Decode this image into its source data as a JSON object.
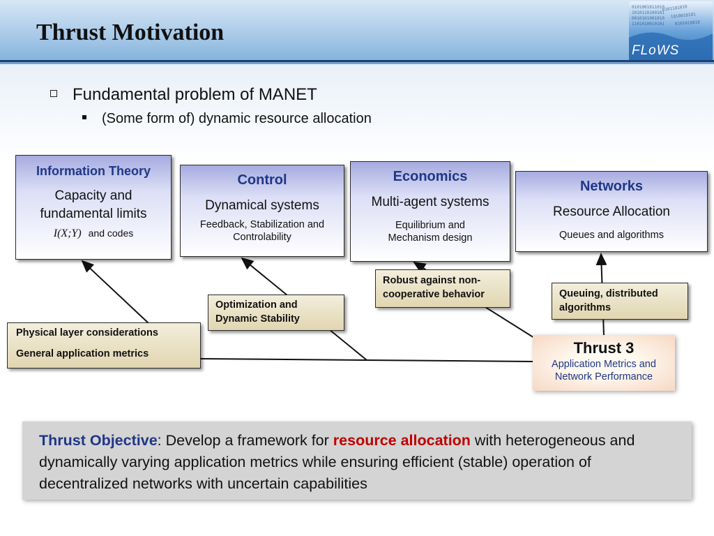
{
  "slide": {
    "title": "Thrust Motivation",
    "logo_text": "FLoWS"
  },
  "bullets": {
    "level1": "Fundamental problem of MANET",
    "level2": "(Some form of) dynamic resource allocation"
  },
  "boxes": {
    "info_theory": {
      "heading": "Information Theory",
      "line1": "Capacity and",
      "line2": "fundamental limits",
      "formula": "I(X;Y)",
      "suffix": "and codes"
    },
    "control": {
      "heading": "Control",
      "line1": "Dynamical systems",
      "line2": "Feedback, Stabilization and",
      "line3": "Controlability"
    },
    "economics": {
      "heading": "Economics",
      "line1": "Multi-agent systems",
      "line2": "Equilibrium and",
      "line3": "Mechanism design"
    },
    "networks": {
      "heading": "Networks",
      "line1": "Resource Allocation",
      "line2": "Queues and algorithms"
    }
  },
  "links": {
    "physical": {
      "line1": "Physical layer considerations",
      "line2": "General application metrics"
    },
    "optimization": {
      "line1": "Optimization and",
      "line2": "Dynamic Stability"
    },
    "robust": {
      "line1": "Robust against non-",
      "line2": "cooperative behavior"
    },
    "queuing": {
      "line1": "Queuing, distributed",
      "line2": "algorithms"
    }
  },
  "thrust3": {
    "title": "Thrust 3",
    "line1": "Application Metrics and",
    "line2": "Network Performance"
  },
  "objective": {
    "key": "Thrust Objective",
    "text1": ": Develop a framework for ",
    "highlight": "resource allocation",
    "text2": " with heterogeneous and dynamically varying application metrics while ensuring efficient (stable) operation of decentralized networks with uncertain capabilities"
  },
  "colors": {
    "heading_blue": "#1f3787",
    "highlight_red": "#c00000",
    "header_rule": "#1f3d73"
  }
}
